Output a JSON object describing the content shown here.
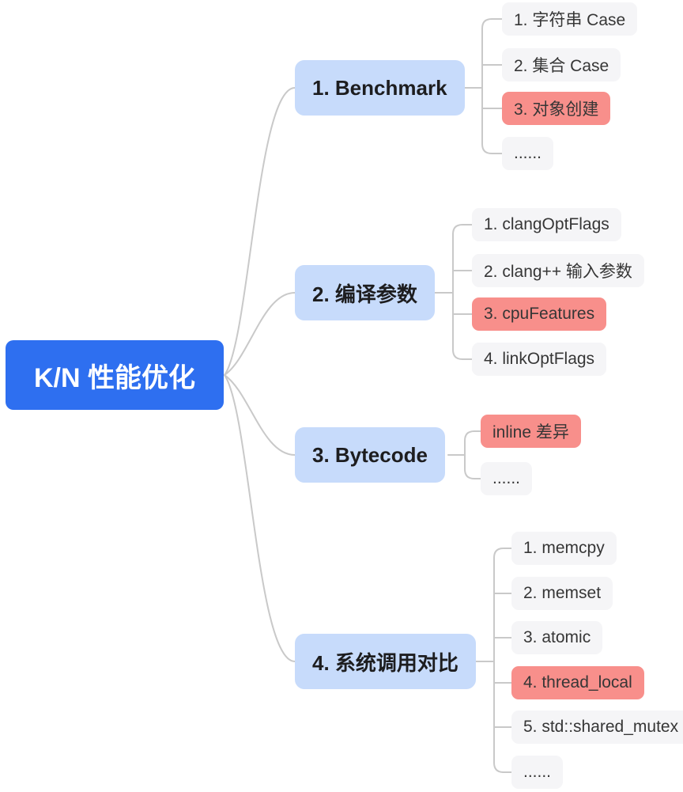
{
  "root": {
    "label": "K/N 性能优化"
  },
  "branches": [
    {
      "label": "1. Benchmark",
      "children": [
        {
          "label": "1. 字符串 Case",
          "highlighted": false
        },
        {
          "label": "2. 集合 Case",
          "highlighted": false
        },
        {
          "label": "3. 对象创建",
          "highlighted": true
        },
        {
          "label": "......",
          "highlighted": false
        }
      ]
    },
    {
      "label": "2. 编译参数",
      "children": [
        {
          "label": "1. clangOptFlags",
          "highlighted": false
        },
        {
          "label": "2. clang++ 输入参数",
          "highlighted": false
        },
        {
          "label": "3. cpuFeatures",
          "highlighted": true
        },
        {
          "label": "4. linkOptFlags",
          "highlighted": false
        }
      ]
    },
    {
      "label": "3. Bytecode",
      "children": [
        {
          "label": "inline 差异",
          "highlighted": true
        },
        {
          "label": "......",
          "highlighted": false
        }
      ]
    },
    {
      "label": "4. 系统调用对比",
      "children": [
        {
          "label": "1. memcpy",
          "highlighted": false
        },
        {
          "label": "2. memset",
          "highlighted": false
        },
        {
          "label": "3. atomic",
          "highlighted": false
        },
        {
          "label": "4. thread_local",
          "highlighted": true
        },
        {
          "label": "5. std::shared_mutex",
          "highlighted": false
        },
        {
          "label": "......",
          "highlighted": false
        }
      ]
    }
  ],
  "colors": {
    "root_bg": "#2e6ff0",
    "root_text": "#ffffff",
    "branch_bg": "#c7dbfb",
    "branch_text": "#1d1d1f",
    "leaf_bg": "#f5f5f7",
    "leaf_text": "#363636",
    "highlight_bg": "#f88f8b",
    "connector": "#c9c9c9",
    "background": "#ffffff"
  }
}
